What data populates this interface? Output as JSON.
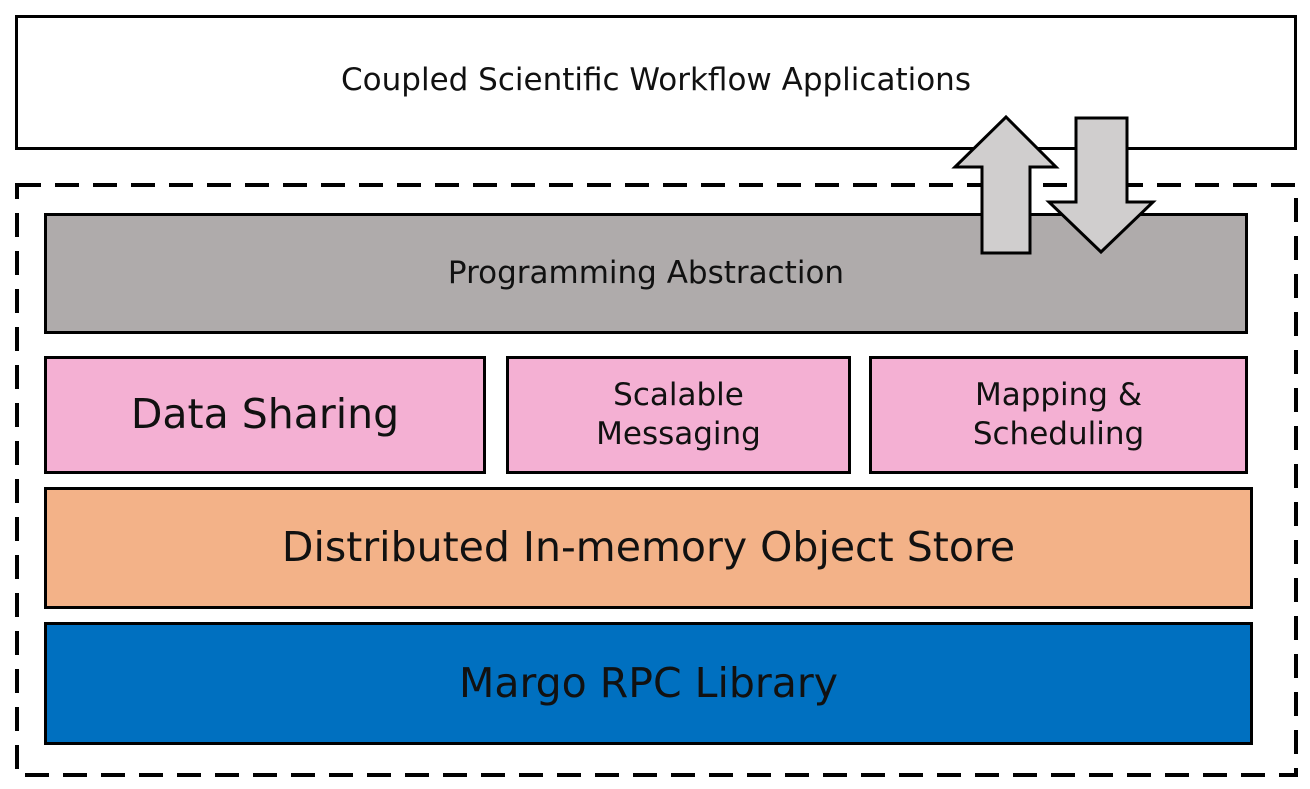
{
  "layers": {
    "applications": "Coupled Scientific Workflow Applications",
    "programming_abstraction": "Programming Abstraction",
    "data_sharing": "Data Sharing",
    "scalable_messaging": "Scalable Messaging",
    "mapping_scheduling": "Mapping & Scheduling",
    "object_store": "Distributed In-memory Object Store",
    "rpc_library": "Margo RPC Library"
  },
  "colors": {
    "applications": "#ffffff",
    "programming_abstraction": "#afabab",
    "services": "#f4b0d3",
    "object_store": "#f3b288",
    "rpc_library": "#0070c0",
    "arrows": "#d0cece"
  }
}
